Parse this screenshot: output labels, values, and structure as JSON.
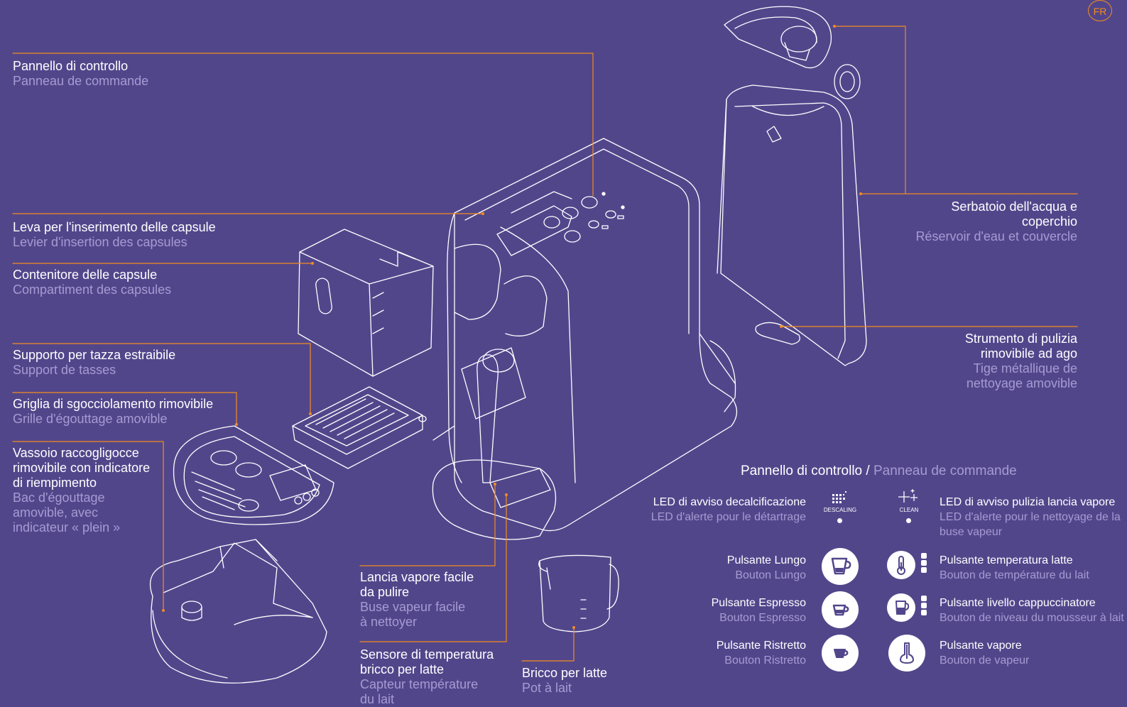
{
  "language_badge": "FR",
  "colors": {
    "background": "#52468b",
    "leader": "#f28c1e",
    "secondary_text": "#a69bd2",
    "line_art": "#ffffff"
  },
  "labels": {
    "control_panel": {
      "it": "Pannello di controllo",
      "fr": "Panneau de commande"
    },
    "capsule_lever": {
      "it": "Leva per l'inserimento delle capsule",
      "fr": "Levier d'insertion des capsules"
    },
    "capsule_container": {
      "it": "Contenitore delle capsule",
      "fr": "Compartiment des capsules"
    },
    "cup_support": {
      "it": "Supporto per tazza estraibile",
      "fr": "Support de tasses"
    },
    "drip_grid": {
      "it": "Griglia di sgocciolamento rimovibile",
      "fr": "Grille d'égouttage amovible"
    },
    "drip_tray": {
      "it": [
        "Vassoio raccogligocce",
        "rimovibile con indicatore",
        "di riempimento"
      ],
      "fr": [
        "Bac d'égouttage",
        "amovible, avec",
        "indicateur « plein »"
      ]
    },
    "water_tank": {
      "it": [
        "Serbatoio dell'acqua e",
        "coperchio"
      ],
      "fr": "Réservoir d'eau et couvercle"
    },
    "needle_tool": {
      "it": [
        "Strumento di pulizia",
        "rimovibile ad ago"
      ],
      "fr": [
        "Tige métallique de",
        "nettoyage amovible"
      ]
    },
    "steam_wand": {
      "it": [
        "Lancia vapore facile",
        "da pulire"
      ],
      "fr": [
        "Buse vapeur facile",
        "à nettoyer"
      ]
    },
    "temp_sensor": {
      "it": [
        "Sensore di temperatura",
        "bricco per latte"
      ],
      "fr": [
        "Capteur température",
        "du lait"
      ]
    },
    "milk_jug": {
      "it": "Bricco per latte",
      "fr": "Pot à lait"
    }
  },
  "control_panel": {
    "title_it": "Pannello di controllo",
    "separator": " / ",
    "title_fr": "Panneau de commande",
    "descaling_led": {
      "it": "LED di avviso decalcificazione",
      "fr": "LED d'alerte pour le détartrage",
      "icon_text": "DESCALING",
      "icon": "descaling-icon"
    },
    "clean_led": {
      "it": "LED di avviso pulizia lancia vapore",
      "fr": [
        "LED d'alerte pour le nettoyage de la",
        "buse vapeur"
      ],
      "icon_text": "CLEAN",
      "icon": "sparkle-icon"
    },
    "lungo": {
      "it": "Pulsante Lungo",
      "fr": "Bouton Lungo",
      "icon": "lungo-cup-icon"
    },
    "espresso": {
      "it": "Pulsante Espresso",
      "fr": "Bouton Espresso",
      "icon": "espresso-cup-icon"
    },
    "ristretto": {
      "it": "Pulsante Ristretto",
      "fr": "Bouton Ristretto",
      "icon": "ristretto-cup-icon"
    },
    "milk_temp": {
      "it": "Pulsante temperatura latte",
      "fr": "Bouton de température du lait",
      "icon": "thermometer-icon"
    },
    "froth_level": {
      "it": "Pulsante livello cappuccinatore",
      "fr": "Bouton de niveau du mousseur à lait",
      "icon": "milk-jug-icon"
    },
    "steam": {
      "it": "Pulsante vapore",
      "fr": "Bouton de vapeur",
      "icon": "steam-icon"
    }
  }
}
